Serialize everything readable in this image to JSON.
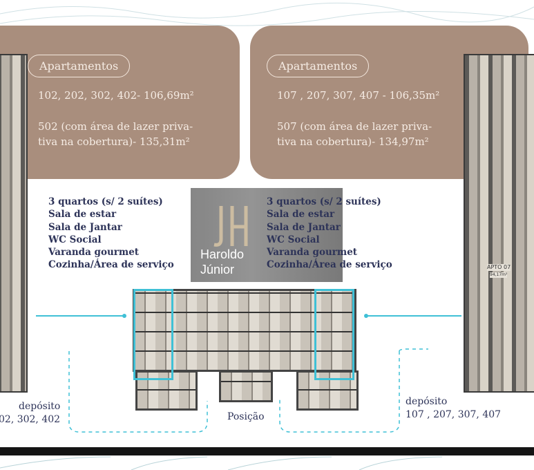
{
  "left_card": {
    "badge": "Apartamentos",
    "units": "102, 202, 302, 402- 106,69m²",
    "penthouse_line1": "502 (com área de lazer priva-",
    "penthouse_line2": "tiva na cobertura)- 135,31m²"
  },
  "right_card": {
    "badge": "Apartamentos",
    "units": "107 , 207, 307, 407 - 106,35m²",
    "penthouse_line1": "507  (com área de lazer priva-",
    "penthouse_line2": "tiva na cobertura)- 134,97m²"
  },
  "features_left": [
    "3 quartos (s/ 2 suítes)",
    "Sala de estar",
    "Sala de Jantar",
    "WC Social",
    "Varanda gourmet",
    "Cozinha/Área de serviço"
  ],
  "features_right": [
    "3 quartos (s/ 2 suítes)",
    "Sala de estar",
    "Sala de Jantar",
    "WC Social",
    "Varanda gourmet",
    "Cozinha/Área de serviço"
  ],
  "watermark": {
    "line1": "Haroldo",
    "line2": "Júnior",
    "monogram": "JH"
  },
  "plan_right": {
    "apt_label": "APTO 07",
    "area": "94,17m²"
  },
  "deposit_left": {
    "title": "depósito",
    "units": "02, 302, 402"
  },
  "deposit_right": {
    "title": "depósito",
    "units": "107 , 207, 307, 407"
  },
  "position_label": "Posição",
  "colors": {
    "card": "#a98e7d",
    "accent": "#3fc0d6",
    "text": "#2d3358"
  }
}
